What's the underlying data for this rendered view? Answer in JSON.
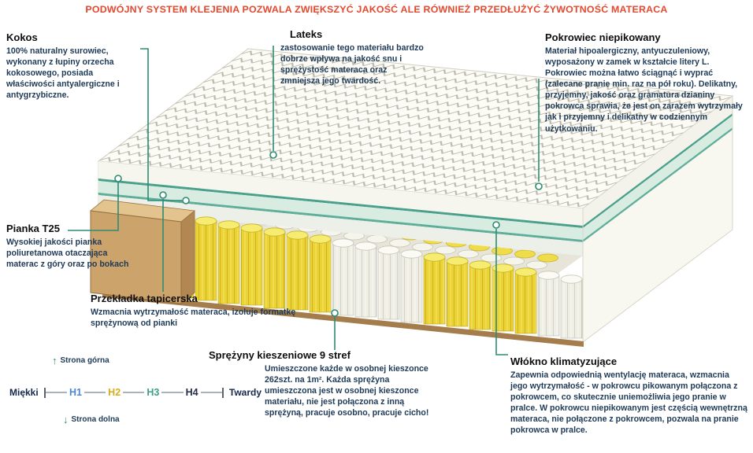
{
  "title": "PODWÓJNY SYSTEM KLEJENIA POZWALA ZWIĘKSZYĆ JAKOŚĆ ALE RÓWNIEŻ PRZEDŁUŻYĆ ŻYWOTNOŚĆ MATERACA",
  "callouts": {
    "kokos": {
      "heading": "Kokos",
      "body": "100% naturalny surowiec, wykonany z łupiny orzecha kokosowego, posiada właściwości antyalergiczne i antygrzybiczne."
    },
    "lateks": {
      "heading": "Lateks",
      "body": "zastosowanie tego materiału bardzo dobrze wpływa na jakość snu i sprężystość materaca oraz zmniejsza jego twardość."
    },
    "pokrowiec": {
      "heading": "Pokrowiec niepikowany",
      "body": "Materiał hipoalergiczny, antyuczuleniowy, wyposażony w zamek w kształcie litery L. Pokrowiec można łatwo ściągnąć i wyprać (zalecane pranie min. raz na pół roku). Delikatny, przyjemny, jakość oraz gramatura dzianiny pokrowca sprawia, że jest on zarazem wytrzymały jak i przyjemny i delikatny w codziennym użytkowaniu."
    },
    "pianka": {
      "heading": "Pianka T25",
      "body": "Wysokiej jakości pianka poliuretanowa otaczająca materac z góry oraz po bokach"
    },
    "przekladka": {
      "heading": "Przekładka tapicerska",
      "body": "Wzmacnia wytrzymałość materaca, izoluje formatkę sprężynową od pianki"
    },
    "sprezyny": {
      "heading": "Sprężyny kieszeniowe 9 stref",
      "body": "Umieszczone każde w osobnej kieszonce 262szt. na 1m². Każda sprężyna umieszczona jest w osobnej kieszonce materiału, nie jest połączona z inną sprężyną, pracuje osobno, pracuje cicho!"
    },
    "wlokno": {
      "heading": "Włókno klimatyzujące",
      "body": "Zapewnia odpowiednią wentylację materaca, wzmacnia jego wytrzymałość - w pokrowcu pikowanym połączona z pokrowcem, co skutecznie uniemożliwia jego pranie w pralce. W pokrowcu niepikowanym jest częścią wewnętrzną materaca, nie połączone z pokrowcem, pozwala na pranie pokrowca w pralce."
    }
  },
  "scale": {
    "top_label": "Strona górna",
    "bottom_label": "Strona dolna",
    "soft_label": "Miękki",
    "hard_label": "Twardy",
    "levels": [
      {
        "label": "H1",
        "color": "#4a86d8"
      },
      {
        "label": "H2",
        "color": "#d8ac1a"
      },
      {
        "label": "H3",
        "color": "#3fa08a"
      },
      {
        "label": "H4",
        "color": "#232f47"
      }
    ]
  },
  "icons": {
    "arrow_up": "↑",
    "arrow_down": "↓"
  },
  "colors": {
    "accent_red": "#e2492f",
    "connector_teal": "#2e8b74",
    "body_text_navy": "#1f3a57",
    "spring_yellow": "#ecd335",
    "spring_white": "#efeee5",
    "wood_tan": "#cba36b",
    "mint_layer": "#d9ece2"
  }
}
